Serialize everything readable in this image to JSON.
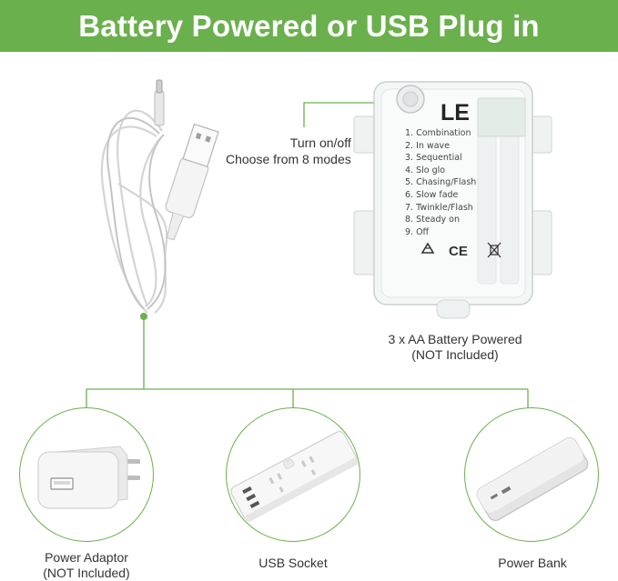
{
  "header": {
    "title": "Battery Powered or USB Plug in"
  },
  "callout": {
    "line1": "Turn on/off",
    "line2": "Choose from 8 modes"
  },
  "battery_box": {
    "logo": "LE",
    "modes": [
      "1. Combination",
      "2. In wave",
      "3. Sequential",
      "4. Slo glo",
      "5. Chasing/Flash",
      "6. Slow fade",
      "7. Twinkle/Flash",
      "8. Steady on",
      "9. Off"
    ],
    "ce_mark": "CE",
    "caption_line1": "3 x AA Battery Powered",
    "caption_line2": "(NOT Included)"
  },
  "options": [
    {
      "line1": "Power Adaptor",
      "line2": "(NOT Included)"
    },
    {
      "line1": "USB Socket",
      "line2": ""
    },
    {
      "line1": "Power Bank",
      "line2": ""
    }
  ],
  "colors": {
    "accent": "#6ab04c",
    "text": "#333333",
    "background": "#ffffff"
  }
}
